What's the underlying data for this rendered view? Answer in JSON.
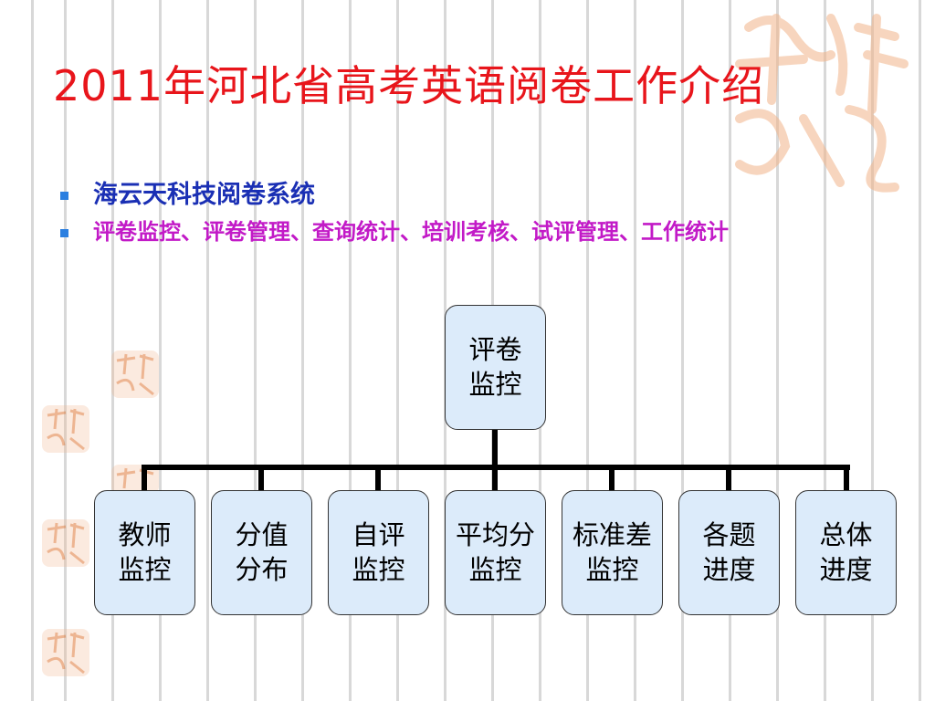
{
  "title": "2011年河北省高考英语阅卷工作介绍",
  "bullets": [
    "海云天科技阅卷系统",
    "评卷监控、评卷管理、查询统计、培训考核、试评管理、工作统计"
  ],
  "orgchart": {
    "root": "评卷\n监控",
    "children": [
      "教师\n监控",
      "分值\n分布",
      "自评\n监控",
      "平均分\n监控",
      "标准差\n监控",
      "各题\n进度",
      "总体\n进度"
    ]
  },
  "colors": {
    "title": "#e8151b",
    "bullet1": "#1a2fb4",
    "bullet2": "#c21ac7",
    "node_fill": "#dcebfa",
    "decor": "#f2b489"
  },
  "decor_icon": "seal-watermark-icon"
}
